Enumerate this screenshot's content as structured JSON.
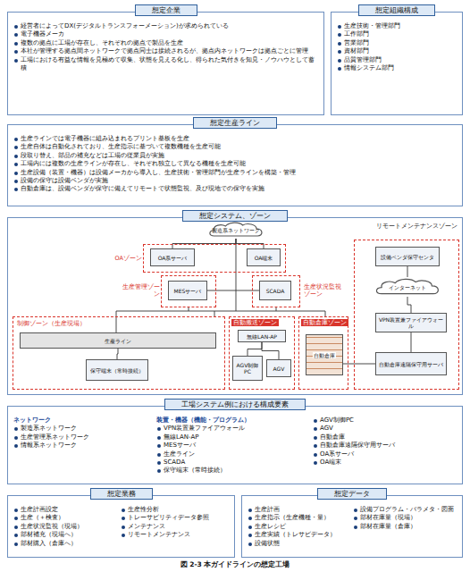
{
  "diagram": {
    "caption": "図 2-3 本ガイドラインの想定工場",
    "nodes": [
      {
        "text": [
          "想定企業",
          "経営者によってDX(デジタルトランスフォーメーション)が求められている",
          "電子機器メーカ",
          "複数の拠点に工場が存在し、それぞれの拠点で製品を生産",
          "本社が管理する拠点間ネットワークで拠点同士は接続されるが、拠点内ネットワークは拠点ごとに管理",
          "工場における有益な情報を見極めて収集、状態を見える化し、得られた気付きを知見・ノウハウとして蓄積"
        ]
      },
      {
        "text": [
          "想定組織構成",
          "生産技術・管理部門",
          "工作部門",
          "営業部門",
          "資材部門",
          "品質管理部門",
          "情報システム部門"
        ]
      },
      {
        "text": [
          "想定生産ライン",
          "生産ラインでは電子機器に組み込まれるプリント基板を生産",
          "生産自体は自動化されており、生産指示に基づいて複数機種を生産可能",
          "段取り替え、部品の補充などは工場の従業員が実施",
          "工場内には複数の生産ラインが存在し、それぞれ独立して異なる機種を生産可能",
          "生産設備（装置・機器）は設備メーカから導入し、生産技術・管理部門が生産ラインを構築・管理",
          "設備の保守は設備ベンダが実施",
          "自動倉庫は、設備ベンダが保守に備えてリモートで状態監視、及び現地での保守を実施"
        ]
      },
      {
        "text": [
          "想定システム、ゾーン"
        ]
      },
      {
        "text": [
          "製造系ネットワーク"
        ],
        "in": 3
      },
      {
        "text": [
          "OAゾーン"
        ],
        "in": 3
      },
      {
        "text": [
          "OA系サーバ"
        ],
        "in": 5
      },
      {
        "text": [
          "OA端末"
        ],
        "in": 5
      },
      {
        "text": [
          "生産管理ゾーン"
        ],
        "in": 3
      },
      {
        "text": [
          "MESサーバ"
        ],
        "in": 8
      },
      {
        "text": [
          "生産状況監視ゾーン"
        ],
        "in": 3
      },
      {
        "text": [
          "SCADA"
        ],
        "in": 10
      },
      {
        "text": [
          "リモートメンテナンスゾーン"
        ],
        "in": 3
      },
      {
        "text": [
          "設備ベンダ保守センタ"
        ],
        "in": 12
      },
      {
        "text": [
          "インターネット"
        ],
        "in": 12
      },
      {
        "text": [
          "VPN装置兼ファイアウォール"
        ],
        "in": 12
      },
      {
        "text": [
          "自動倉庫遠隔保守用サーバ"
        ],
        "in": 12
      },
      {
        "text": [
          "制御ゾーン（生産現場）"
        ],
        "in": 3
      },
      {
        "text": [
          "生産ライン"
        ],
        "in": 17
      },
      {
        "text": [
          "保守端末（常時接続）"
        ],
        "in": 17
      },
      {
        "text": [
          "自動搬送ゾーン"
        ],
        "in": 3
      },
      {
        "text": [
          "無線LAN-AP"
        ],
        "in": 20
      },
      {
        "text": [
          "AGV制御PC"
        ],
        "in": 20
      },
      {
        "text": [
          "AGV"
        ],
        "in": 20
      },
      {
        "text": [
          "自動倉庫ゾーン"
        ],
        "in": 3
      },
      {
        "text": [
          "自動倉庫"
        ],
        "in": 24
      },
      {
        "text": [
          "工場システム例における構成要素",
          "ネットワーク",
          "製造系ネットワーク",
          "生産管理系ネットワーク",
          "情報系ネットワーク",
          "装置・機器（機能・プログラム）",
          "VPN装置兼ファイアウォール",
          "無線LAN-AP",
          "MESサーバ",
          "生産ライン",
          "SCADA",
          "保守端末（常時接続）",
          "AGV制御PC",
          "AGV",
          "自動倉庫",
          "自動倉庫遠隔保守用サーバ",
          "OA系サーバ",
          "OA端末"
        ]
      },
      {
        "text": [
          "想定業務",
          "生産計画設定",
          "生産（＋検査）",
          "生産状況監視（現場）",
          "部材補充（現場へ）",
          "部材購入（倉庫へ）",
          "生産性分析",
          "トレーサビリティデータ参照",
          "メンテナンス",
          "リモートメンテナンス"
        ]
      },
      {
        "text": [
          "想定データ",
          "生産計画",
          "生産指示（生産機種・量）",
          "生産レシピ",
          "生産実績（トレサビデータ）",
          "設備状態",
          "設備プログラム・パラメタ・図面",
          "部材在庫量（現場）",
          "部材在庫量（倉庫）"
        ]
      }
    ],
    "edges": [
      {
        "from": 4,
        "to": 6,
        "arrow": "none"
      },
      {
        "from": 4,
        "to": 7,
        "arrow": "none"
      },
      {
        "from": 9,
        "to": 11,
        "arrow": "none"
      },
      {
        "from": 13,
        "to": 14,
        "arrow": "none"
      },
      {
        "from": 14,
        "to": 15,
        "arrow": "none"
      },
      {
        "from": 15,
        "to": 16,
        "arrow": "none"
      },
      {
        "from": 25,
        "to": 16,
        "arrow": "none"
      },
      {
        "from": 21,
        "to": 22,
        "arrow": "none"
      },
      {
        "from": 21,
        "to": 23,
        "arrow": "none"
      },
      {
        "from": 18,
        "to": 19,
        "arrow": "none"
      }
    ]
  }
}
